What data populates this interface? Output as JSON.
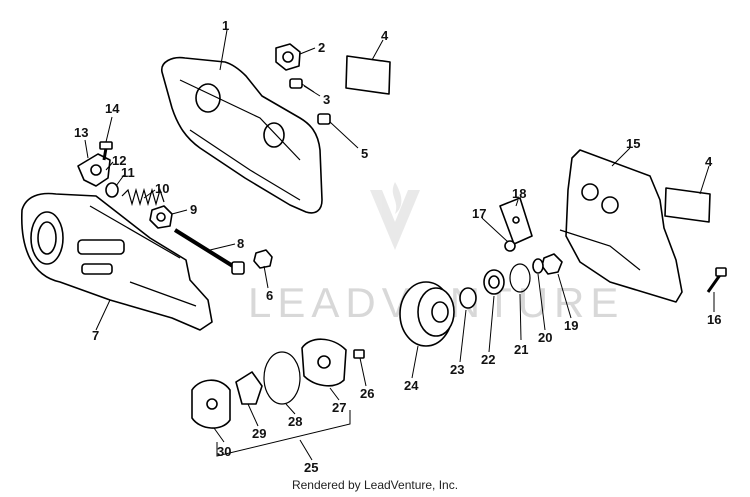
{
  "diagram": {
    "watermark_text": "LEADVENTURE",
    "credit": "Rendered by LeadVenture, Inc.",
    "callouts": [
      "1",
      "2",
      "3",
      "4",
      "4",
      "5",
      "6",
      "7",
      "8",
      "9",
      "10",
      "11",
      "12",
      "13",
      "14",
      "15",
      "16",
      "17",
      "18",
      "19",
      "20",
      "21",
      "22",
      "23",
      "24",
      "25",
      "26",
      "27",
      "28",
      "29",
      "30"
    ]
  }
}
